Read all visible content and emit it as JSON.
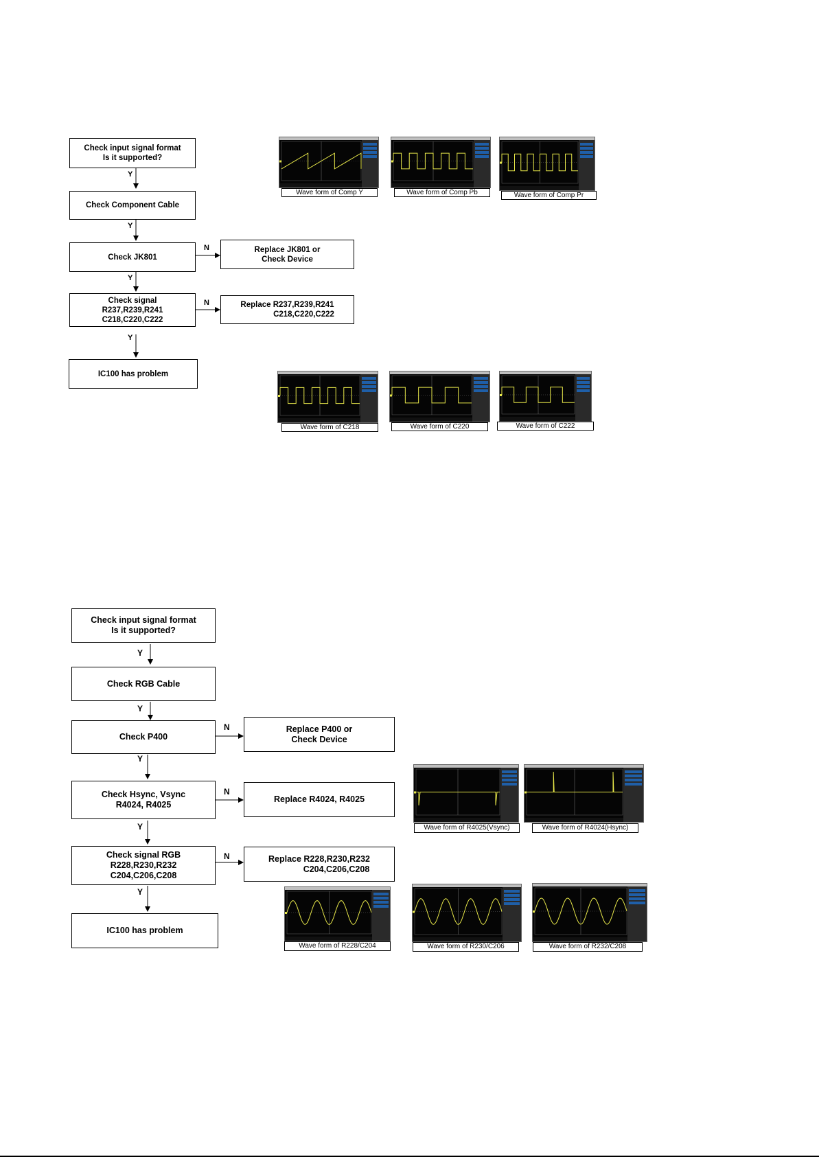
{
  "component_flow": {
    "boxes": {
      "check_format": [
        "Check input signal format",
        "Is it supported?"
      ],
      "check_cable": [
        "Check Component Cable"
      ],
      "check_jk801": [
        "Check JK801"
      ],
      "replace_jk801": [
        "Replace JK801 or",
        "Check Device"
      ],
      "check_signal": [
        "Check signal",
        "R237,R239,R241",
        "C218,C220,C222"
      ],
      "replace_signal": [
        "Replace R237,R239,R241",
        "C218,C220,C222"
      ],
      "ic_problem": [
        "IC100 has problem"
      ]
    },
    "captions": {
      "comp_y": "Wave form of Comp Y",
      "comp_pb": "Wave form of Comp Pb",
      "comp_pr": "Wave form of Comp Pr",
      "c218": "Wave form of C218",
      "c220": "Wave form of C220",
      "c222": "Wave form of C222"
    }
  },
  "rgb_flow": {
    "boxes": {
      "check_format": [
        "Check input signal format",
        "Is it supported?"
      ],
      "check_cable": [
        "Check RGB Cable"
      ],
      "check_p400": [
        "Check P400"
      ],
      "replace_p400": [
        "Replace P400 or",
        "Check Device"
      ],
      "check_sync": [
        "Check Hsync, Vsync",
        "R4024, R4025"
      ],
      "replace_sync": [
        "Replace R4024, R4025"
      ],
      "check_rgb": [
        "Check signal RGB",
        "R228,R230,R232",
        "C204,C206,C208"
      ],
      "replace_rgb": [
        "Replace R228,R230,R232",
        "C204,C206,C208"
      ],
      "ic_problem": [
        "IC100 has problem"
      ]
    },
    "captions": {
      "r4025": "Wave form of R4025(Vsync)",
      "r4024": "Wave form of R4024(Hsync)",
      "r228": "Wave form of R228/C204",
      "r230": "Wave form of R230/C206",
      "r232": "Wave form of R232/C208"
    }
  },
  "labels": {
    "yes": "Y",
    "no": "N"
  },
  "colors": {
    "trace": "#e8e84a",
    "scope_bg": "#050505",
    "scope_panel": "#1f5fa8"
  }
}
